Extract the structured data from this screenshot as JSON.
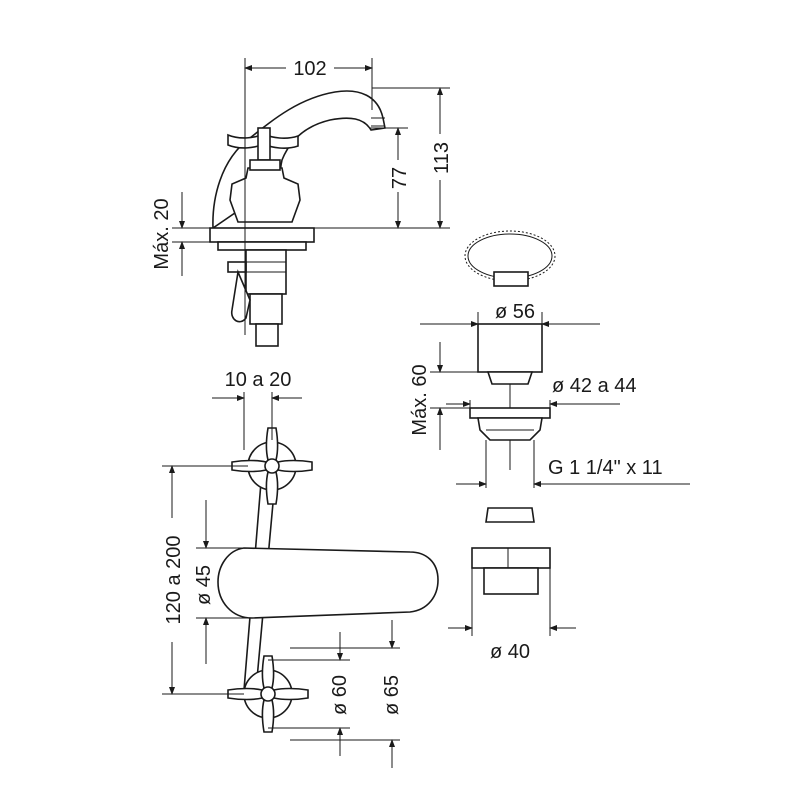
{
  "dimensions": {
    "spout_reach": "102",
    "spout_height": "77",
    "total_height": "113",
    "max_deck_left": "Máx. 20",
    "chain_diameter": "ø 56",
    "max_deck_right": "Máx. 60",
    "waste_flange": "ø 42 a 44",
    "waste_thread": "G 1 1/4\" x 11",
    "handle_offset": "10 a 20",
    "centers": "120 a 200",
    "body_diameter": "ø 45",
    "rosette_60": "ø 60",
    "rosette_65": "ø 65",
    "nut_diameter": "ø 40"
  },
  "colors": {
    "line": "#1a1a1a",
    "background": "#ffffff"
  }
}
